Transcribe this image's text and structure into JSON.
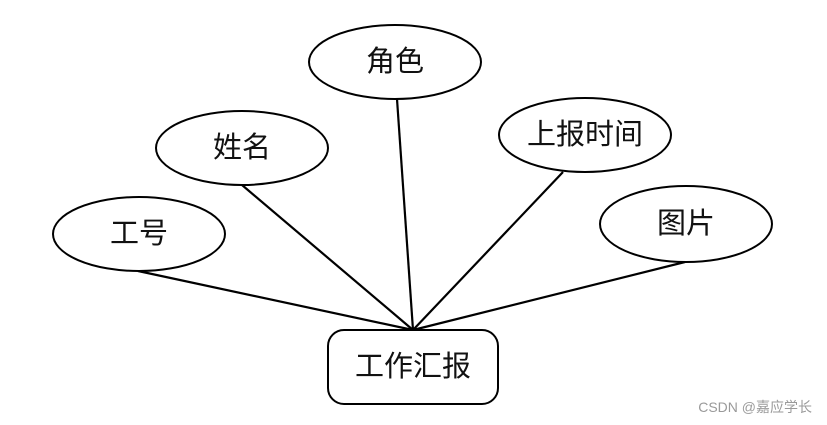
{
  "entity": {
    "label": "工作汇报"
  },
  "attributes": [
    {
      "key": "job_no",
      "label": "工号"
    },
    {
      "key": "name",
      "label": "姓名"
    },
    {
      "key": "role",
      "label": "角色"
    },
    {
      "key": "report_time",
      "label": "上报时间"
    },
    {
      "key": "picture",
      "label": "图片"
    }
  ],
  "watermark": {
    "text": "CSDN @嘉应学长"
  }
}
